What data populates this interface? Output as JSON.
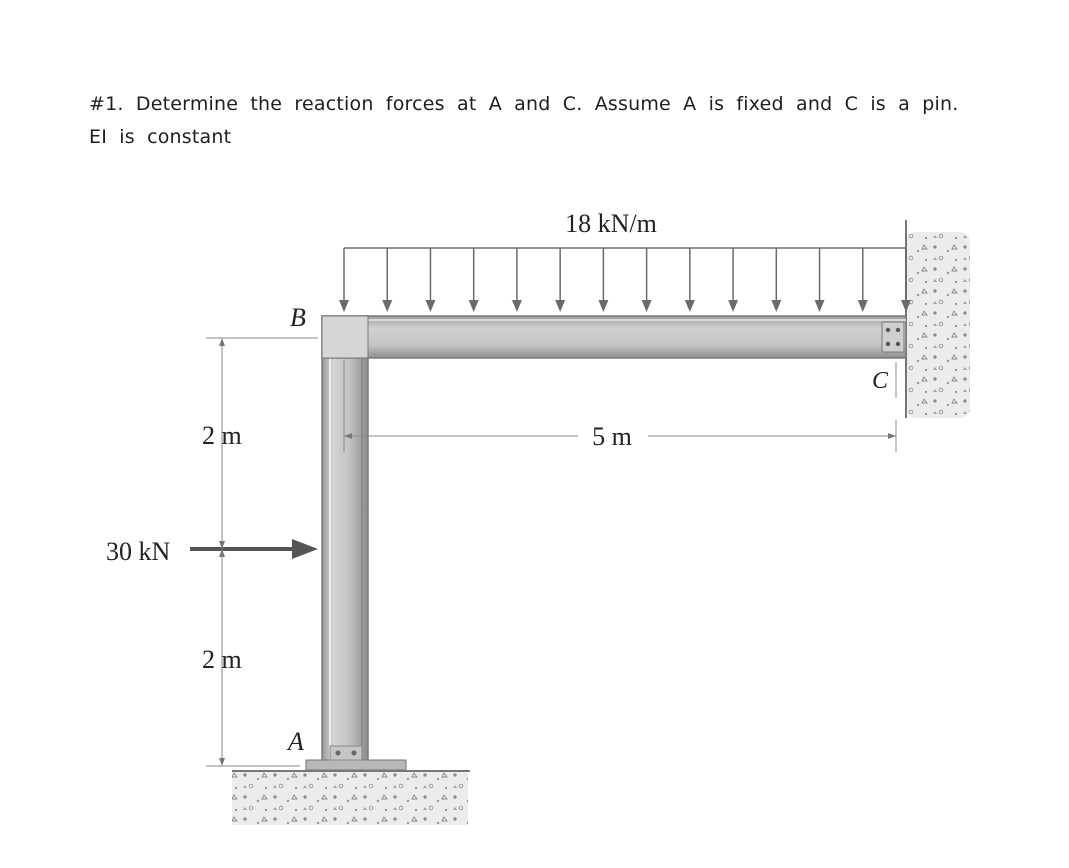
{
  "problem": {
    "line1": "#1. Determine the reaction forces at A and C. Assume A is fixed and C is a pin.",
    "line2": "EI is constant"
  },
  "diagram": {
    "load_label": "18 kN/m",
    "point_load_label": "30 kN",
    "node_b": "B",
    "node_a": "A",
    "node_c": "C",
    "dim_upper": "2 m",
    "dim_lower": "2 m",
    "dim_span": "5 m"
  }
}
